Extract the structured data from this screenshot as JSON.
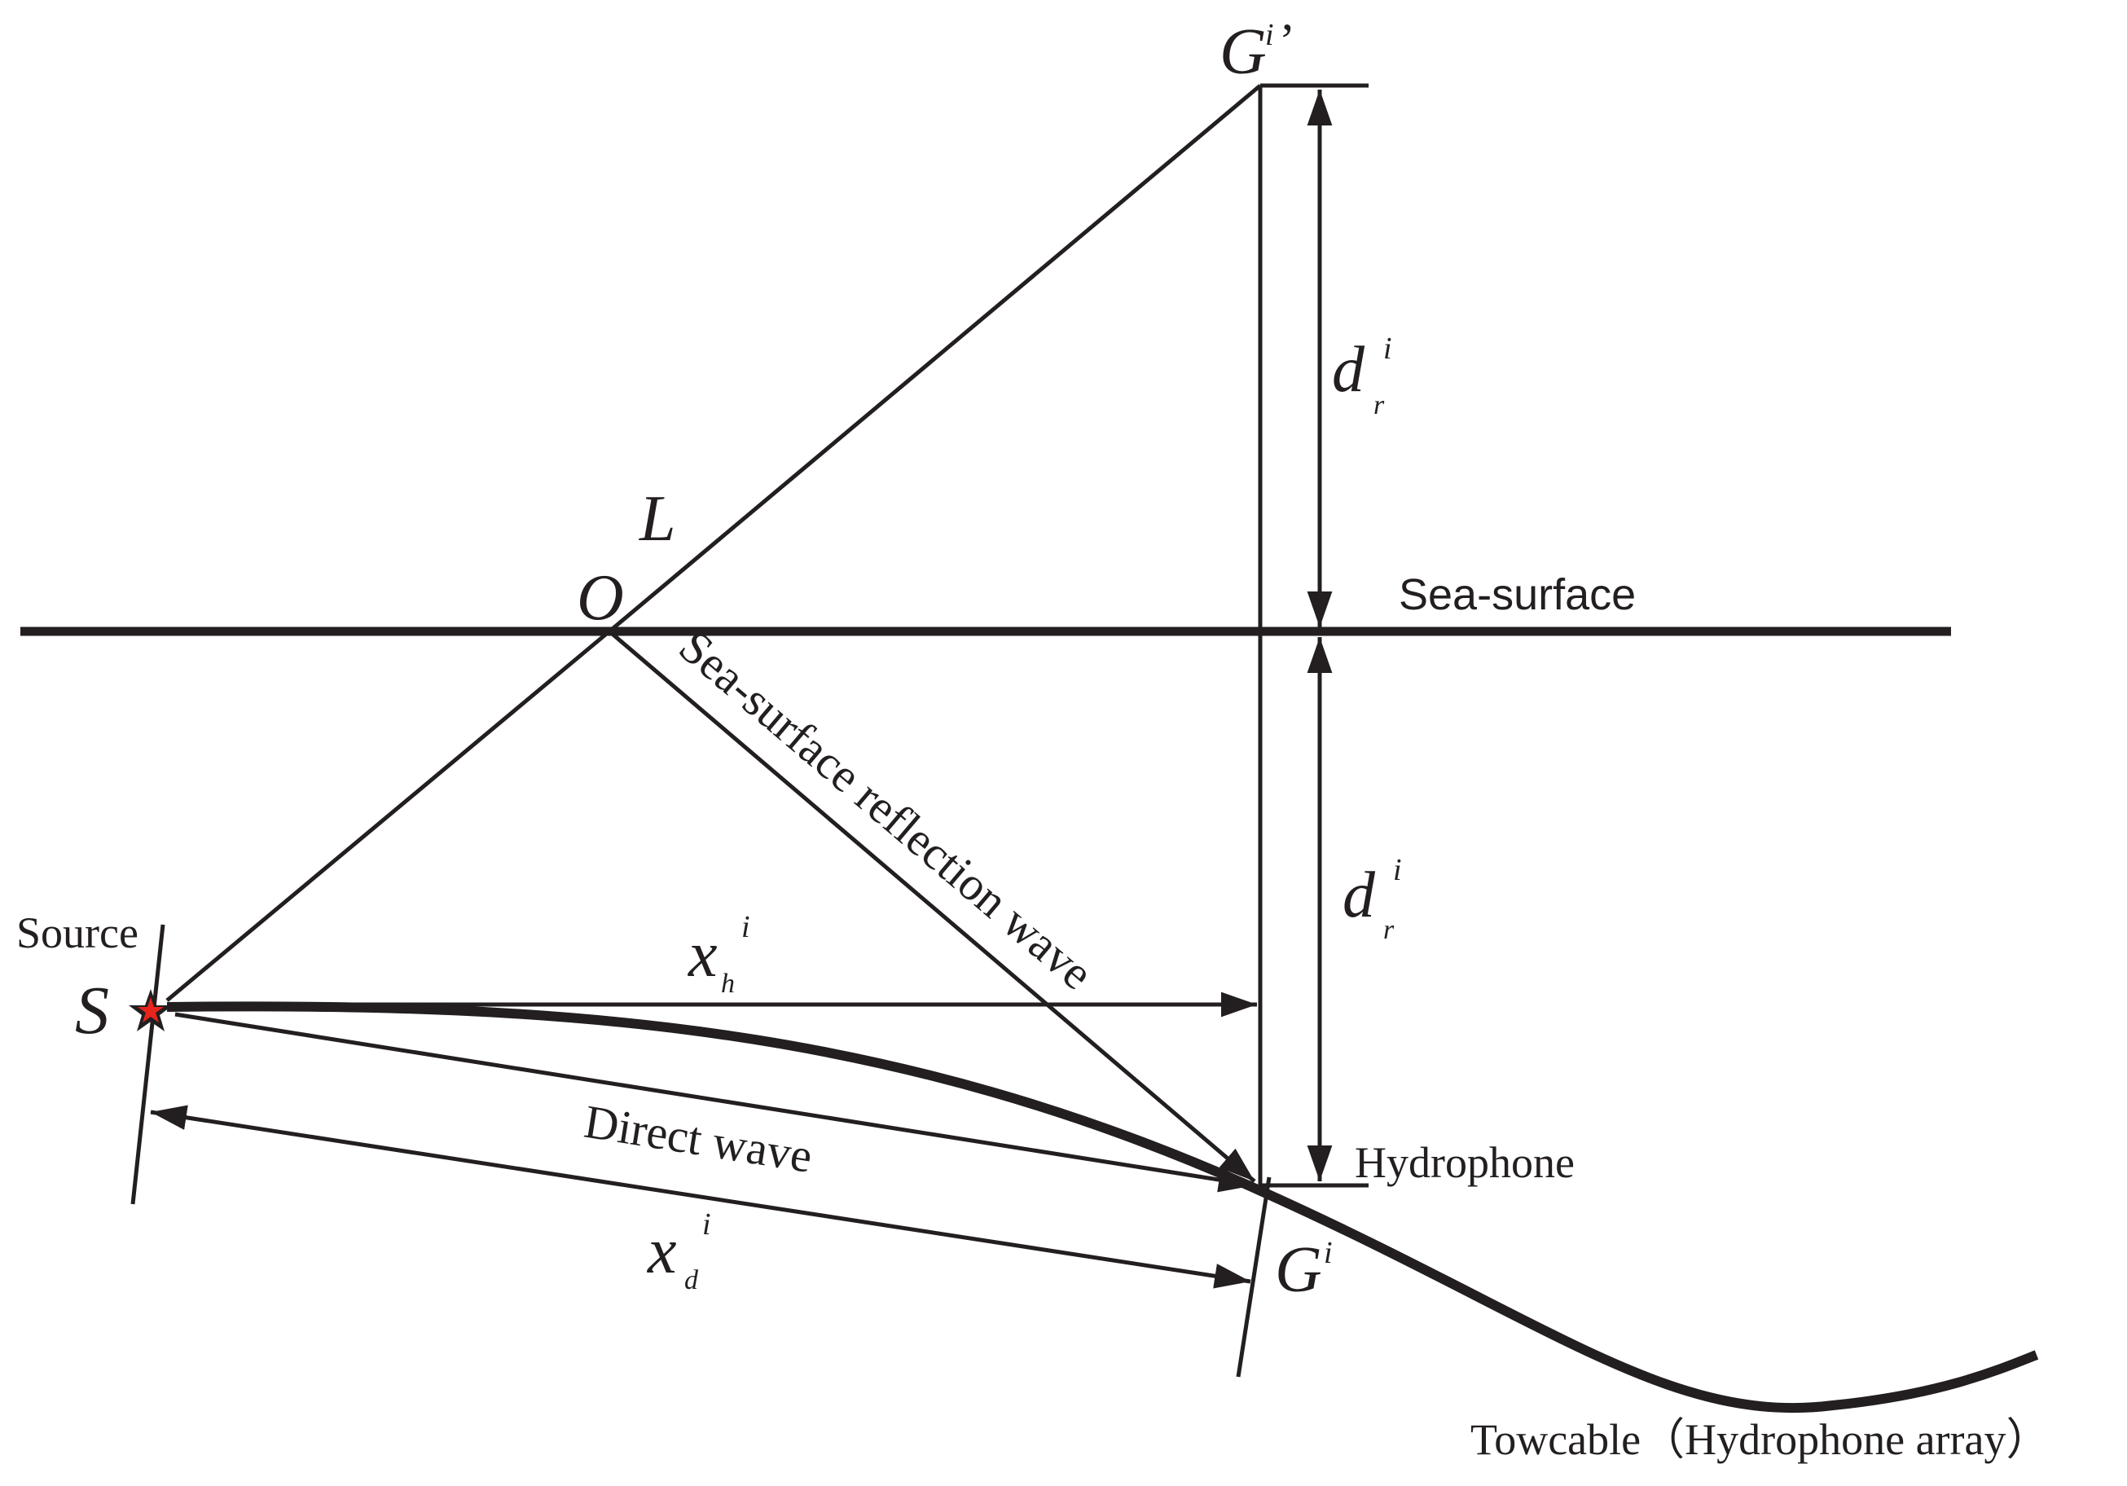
{
  "labels": {
    "g_image": {
      "base": "G",
      "sup": "i",
      "prime": "’"
    },
    "d_r_upper": {
      "base": "d",
      "sub": "r",
      "sup": "i"
    },
    "d_r_lower": {
      "base": "d",
      "sub": "r",
      "sup": "i"
    },
    "L": "L",
    "O": "O",
    "sea_surface": "Sea-surface",
    "reflection_wave": "Sea-surface  reflection  wave",
    "source": "Source",
    "S": "S",
    "x_h": {
      "base": "x",
      "sub": "h",
      "sup": "i"
    },
    "direct_wave": "Direct  wave",
    "hydrophone": "Hydrophone",
    "x_d": {
      "base": "x",
      "sub": "d",
      "sup": "i"
    },
    "g_receiver": {
      "base": "G",
      "sup": "i"
    },
    "towcable": "Towcable（Hydrophone  array）"
  },
  "colors": {
    "line": "#231f20",
    "source_star": "#e8241c"
  }
}
